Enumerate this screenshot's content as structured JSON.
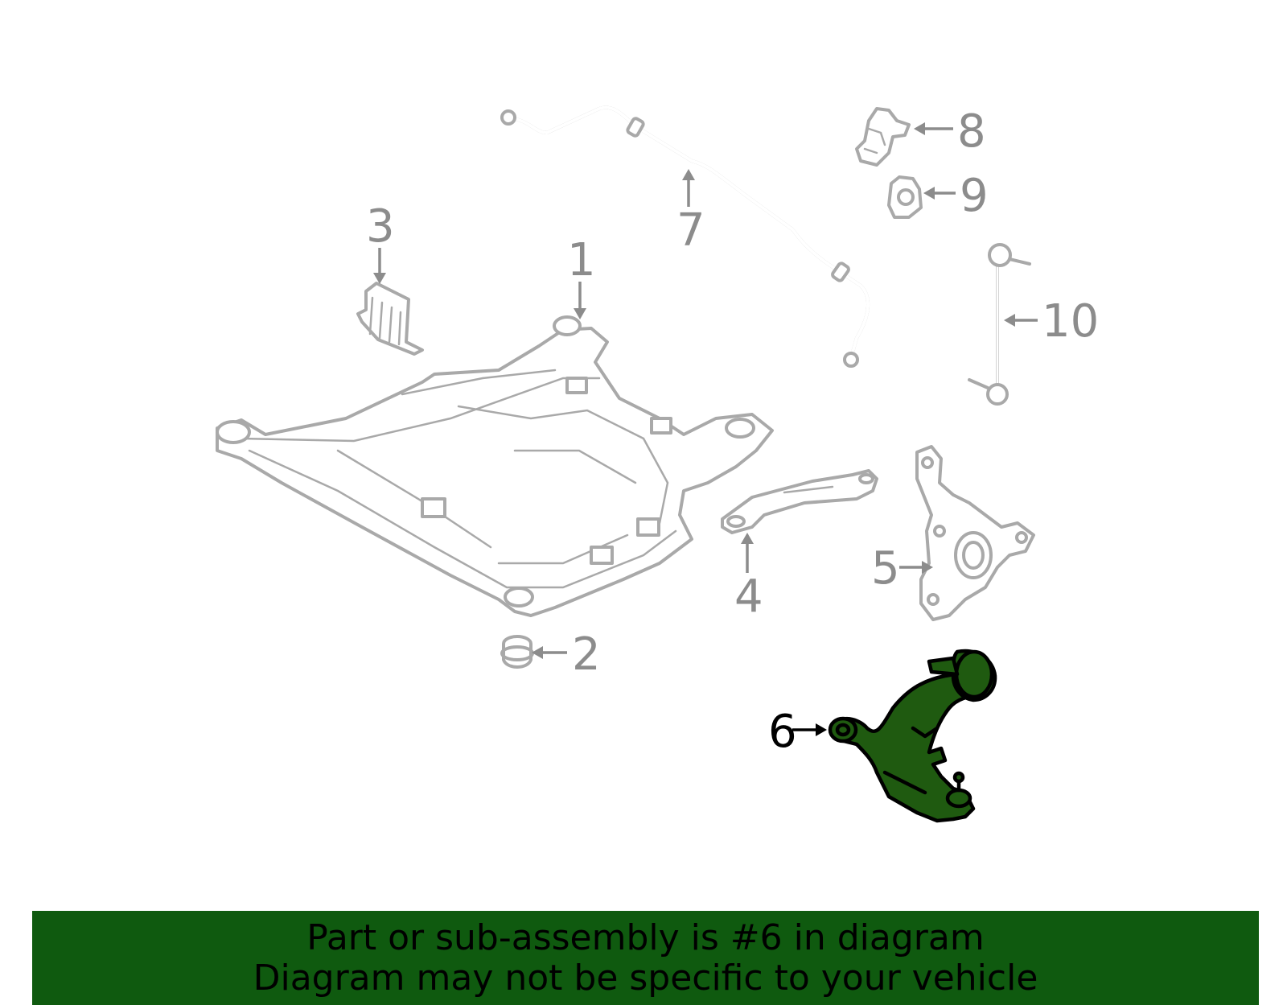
{
  "diagram": {
    "highlight_color": "#1f5a10",
    "banner_color": "#0f5a0f",
    "callouts": [
      {
        "id": "1",
        "label": "1"
      },
      {
        "id": "2",
        "label": "2"
      },
      {
        "id": "3",
        "label": "3"
      },
      {
        "id": "4",
        "label": "4"
      },
      {
        "id": "5",
        "label": "5"
      },
      {
        "id": "6",
        "label": "6",
        "highlighted": true
      },
      {
        "id": "7",
        "label": "7"
      },
      {
        "id": "8",
        "label": "8"
      },
      {
        "id": "9",
        "label": "9"
      },
      {
        "id": "10",
        "label": "10"
      }
    ]
  },
  "banner": {
    "line1": "Part or sub-assembly is #6 in diagram",
    "line2": "Diagram may not be specific to your vehicle"
  }
}
